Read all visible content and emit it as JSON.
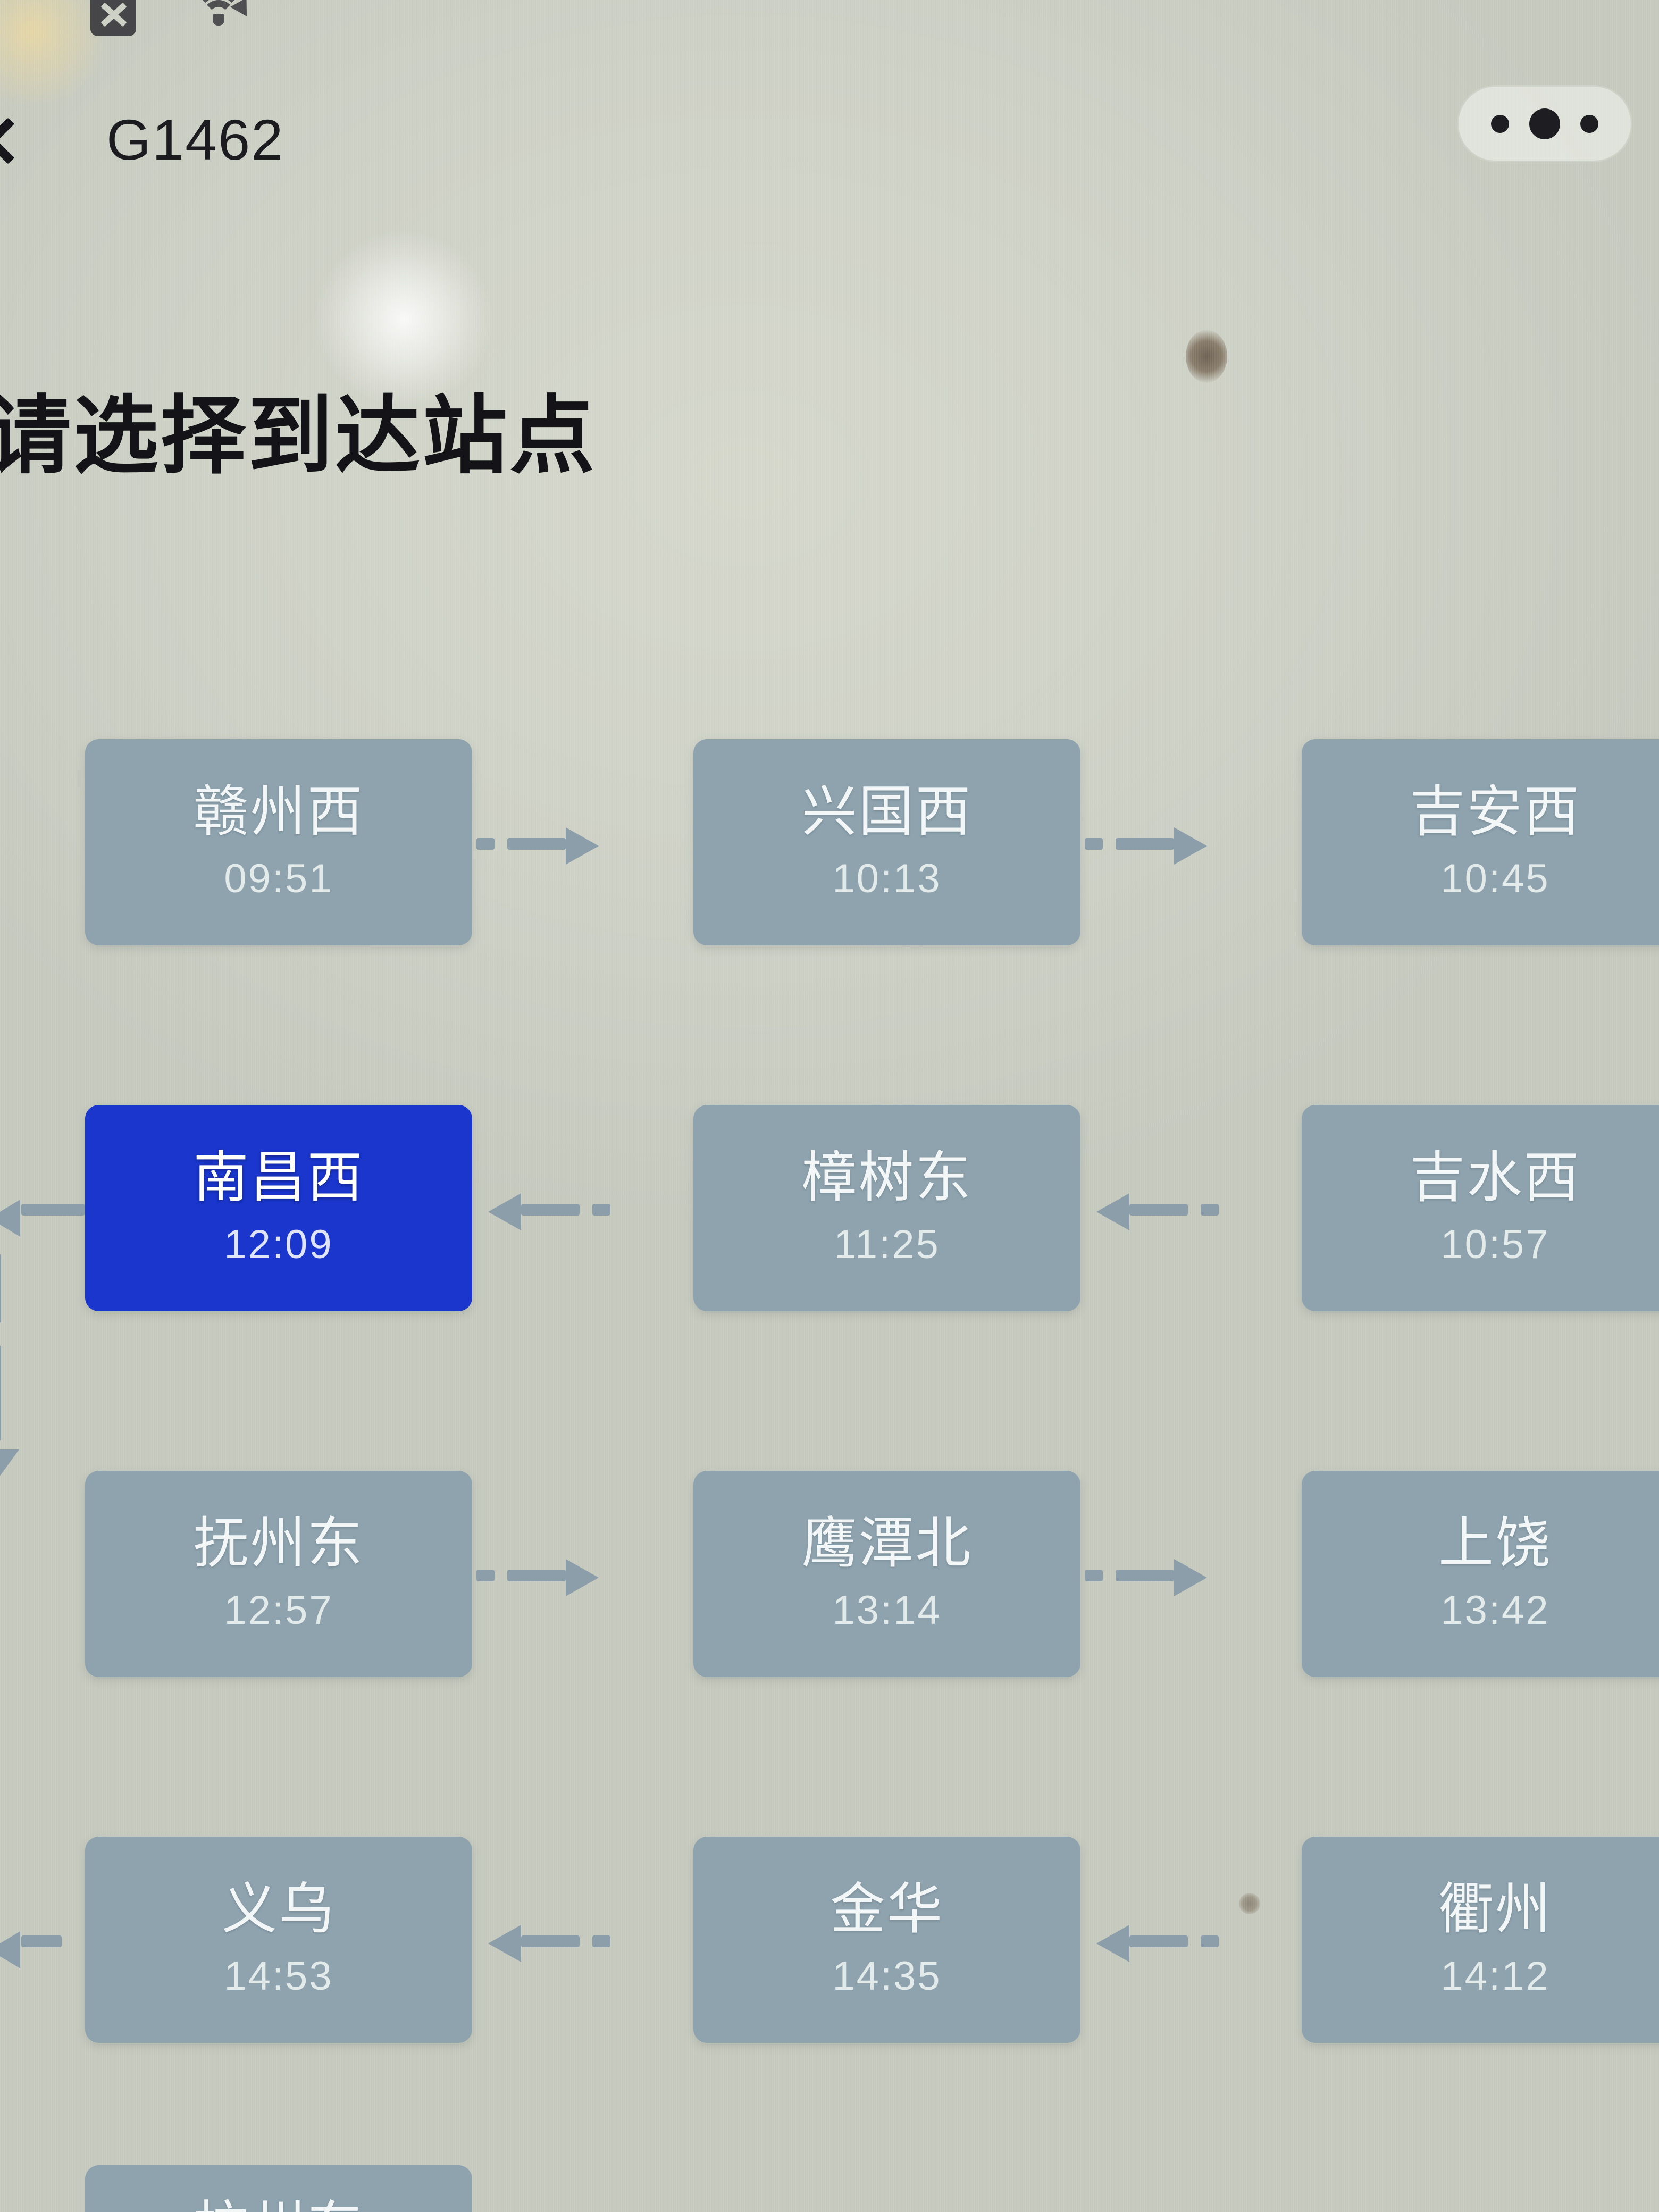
{
  "status_bar": {
    "icons": [
      "sim-off-icon",
      "wifi-icon"
    ]
  },
  "nav": {
    "back_icon": "chevron-left-icon",
    "title": "G1462",
    "capsule_menu_icon": "more-dots-icon",
    "capsule_close_icon": "close-circle-icon"
  },
  "page": {
    "title": "请选择到达站点"
  },
  "colors": {
    "card_default": "#8ea3ae",
    "card_selected": "#1a36cc",
    "connector": "#8b9ea9",
    "page_background": "#cfd2c7",
    "text_on_card": "#f2f6f6"
  },
  "grid": {
    "rows": [
      {
        "direction": "right",
        "cells": [
          {
            "name": "赣州西",
            "time": "09:51",
            "selected": false
          },
          {
            "name": "兴国西",
            "time": "10:13",
            "selected": false
          },
          {
            "name": "吉安西",
            "time": "10:45",
            "selected": false
          }
        ]
      },
      {
        "direction": "left",
        "cells": [
          {
            "name": "南昌西",
            "time": "12:09",
            "selected": true
          },
          {
            "name": "樟树东",
            "time": "11:25",
            "selected": false
          },
          {
            "name": "吉水西",
            "time": "10:57",
            "selected": false
          }
        ]
      },
      {
        "direction": "right",
        "cells": [
          {
            "name": "抚州东",
            "time": "12:57",
            "selected": false
          },
          {
            "name": "鹰潭北",
            "time": "13:14",
            "selected": false
          },
          {
            "name": "上饶",
            "time": "13:42",
            "selected": false
          }
        ]
      },
      {
        "direction": "left",
        "cells": [
          {
            "name": "义乌",
            "time": "14:53",
            "selected": false
          },
          {
            "name": "金华",
            "time": "14:35",
            "selected": false
          },
          {
            "name": "衢州",
            "time": "14:12",
            "selected": false
          }
        ]
      }
    ],
    "partial_cell": {
      "name": "杭州东",
      "time": ""
    }
  }
}
